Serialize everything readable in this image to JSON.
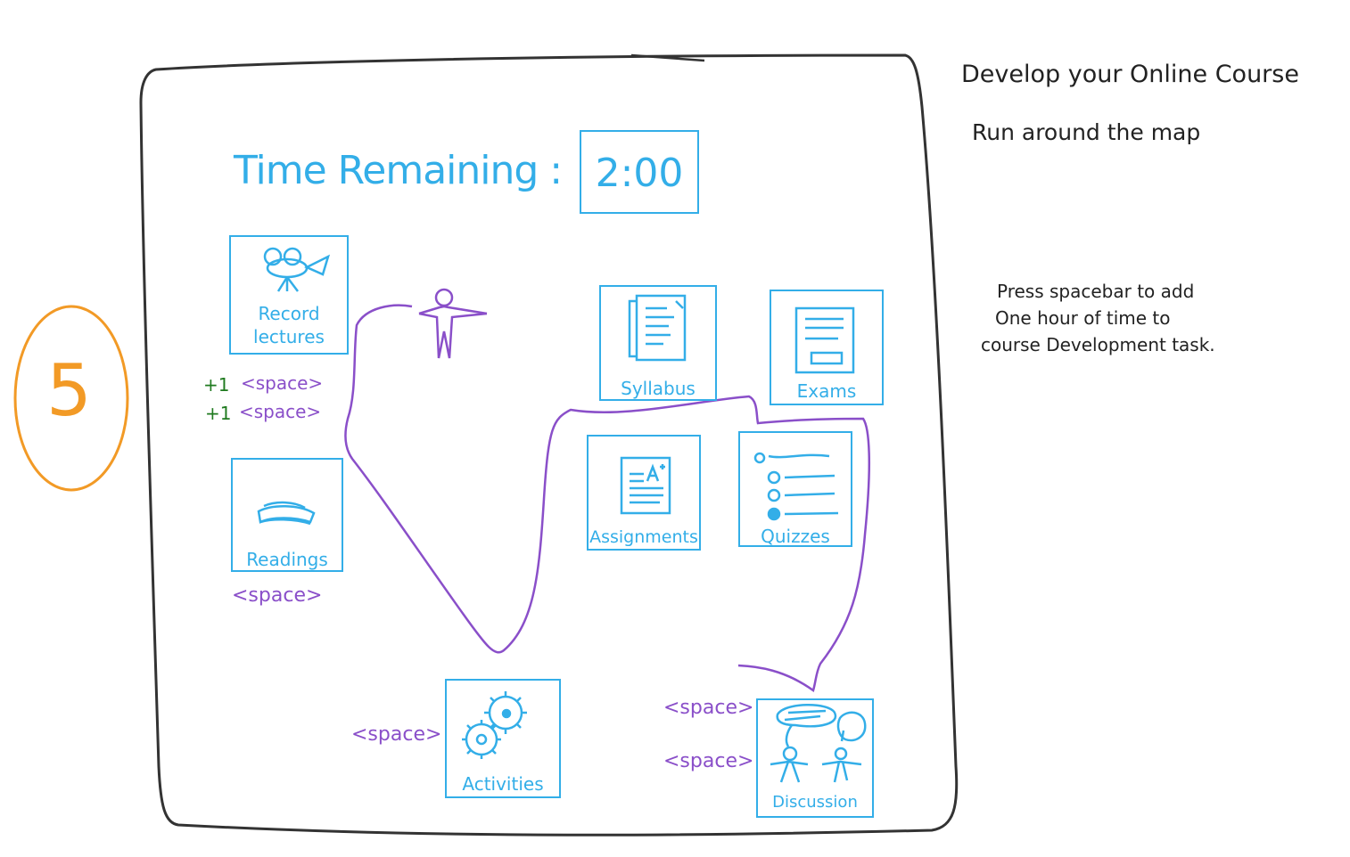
{
  "title": "Develop your Online Course",
  "subtitle": "Run around the map",
  "instructions": {
    "line1": "Press spacebar to add",
    "line2": "One hour of time to",
    "line3": "course Development task."
  },
  "round_number": "5",
  "timer": {
    "label": "Time Remaining :",
    "value": "2:00"
  },
  "tasks": {
    "record_lectures": {
      "line1": "Record",
      "line2": "lectures",
      "icon": "video-camera-icon"
    },
    "readings": {
      "label": "Readings",
      "icon": "books-icon"
    },
    "syllabus": {
      "label": "Syllabus",
      "icon": "document-icon"
    },
    "exams": {
      "label": "Exams",
      "icon": "exam-paper-icon"
    },
    "assignments": {
      "label": "Assignments",
      "icon": "graded-paper-icon"
    },
    "quizzes": {
      "label": "Quizzes",
      "icon": "checklist-icon"
    },
    "activities": {
      "label": "Activities",
      "icon": "gears-icon"
    },
    "discussion": {
      "label": "Discussion",
      "icon": "speech-bubbles-icon"
    }
  },
  "annotations": {
    "plus_one": "+1",
    "space": "<space>"
  },
  "colors": {
    "tile": "#33aee8",
    "path": "#8a4fc9",
    "bonus": "#1f7a1f",
    "round": "#f29a26",
    "frame": "#333333"
  }
}
